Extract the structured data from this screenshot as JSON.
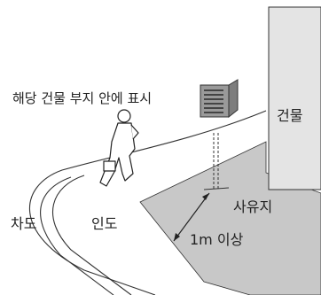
{
  "labels": {
    "caption": "해당 건물 부지 안에 표시",
    "building": "건물",
    "private_land": "사유지",
    "roadway": "차도",
    "sidewalk": "인도",
    "distance": "1m 이상"
  },
  "colors": {
    "ground": "#c8c8c8",
    "building": "#e4e4e4",
    "sign_face": "#9a9a9a",
    "line": "#222222"
  }
}
